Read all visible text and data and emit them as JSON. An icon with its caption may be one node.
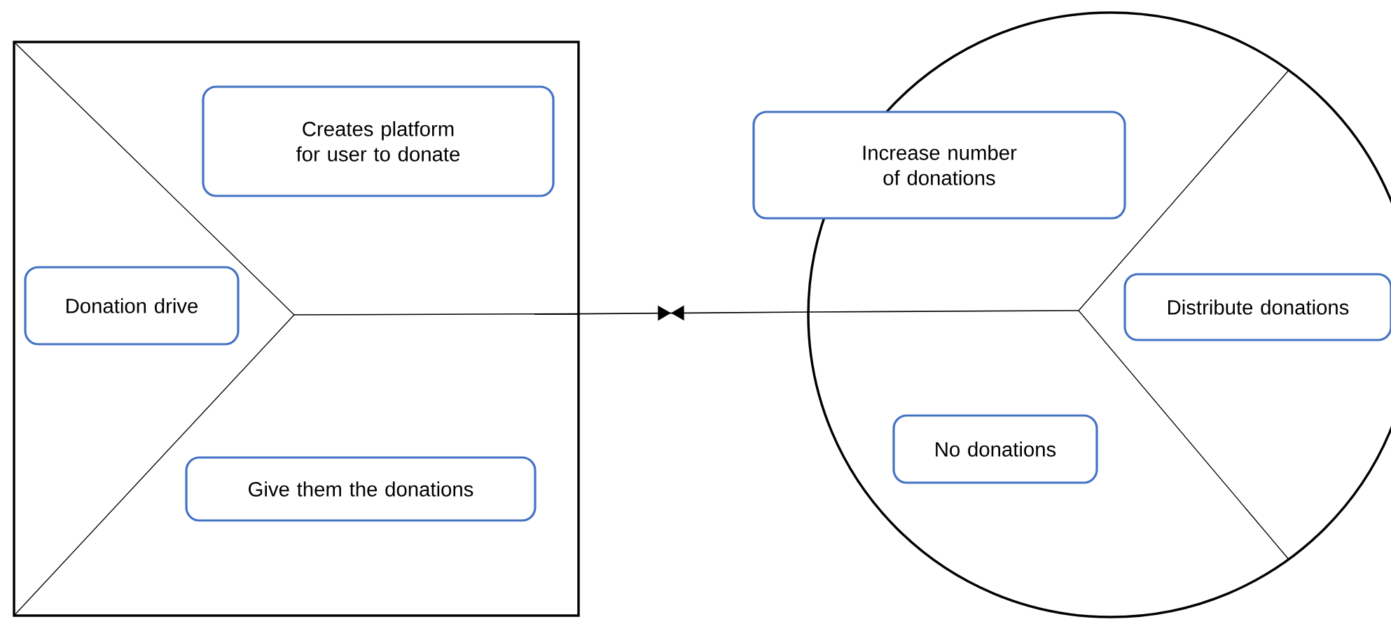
{
  "diagram": {
    "nodes": [
      {
        "text": [],
        "shape": "box"
      },
      {
        "text": [
          "Creates platform for user to donate"
        ],
        "in": 0
      },
      {
        "text": [
          "Donation drive"
        ],
        "in": 0
      },
      {
        "text": [
          "Give them the donations"
        ],
        "in": 0
      },
      {
        "text": [],
        "shape": "circle"
      },
      {
        "text": [
          "Increase number of donations"
        ]
      },
      {
        "text": [
          "Distribute donations"
        ],
        "in": 4
      },
      {
        "text": [
          "No donations"
        ],
        "in": 4
      }
    ],
    "edges": [
      {
        "from": 0,
        "to": 4,
        "arrow": "to"
      }
    ]
  }
}
